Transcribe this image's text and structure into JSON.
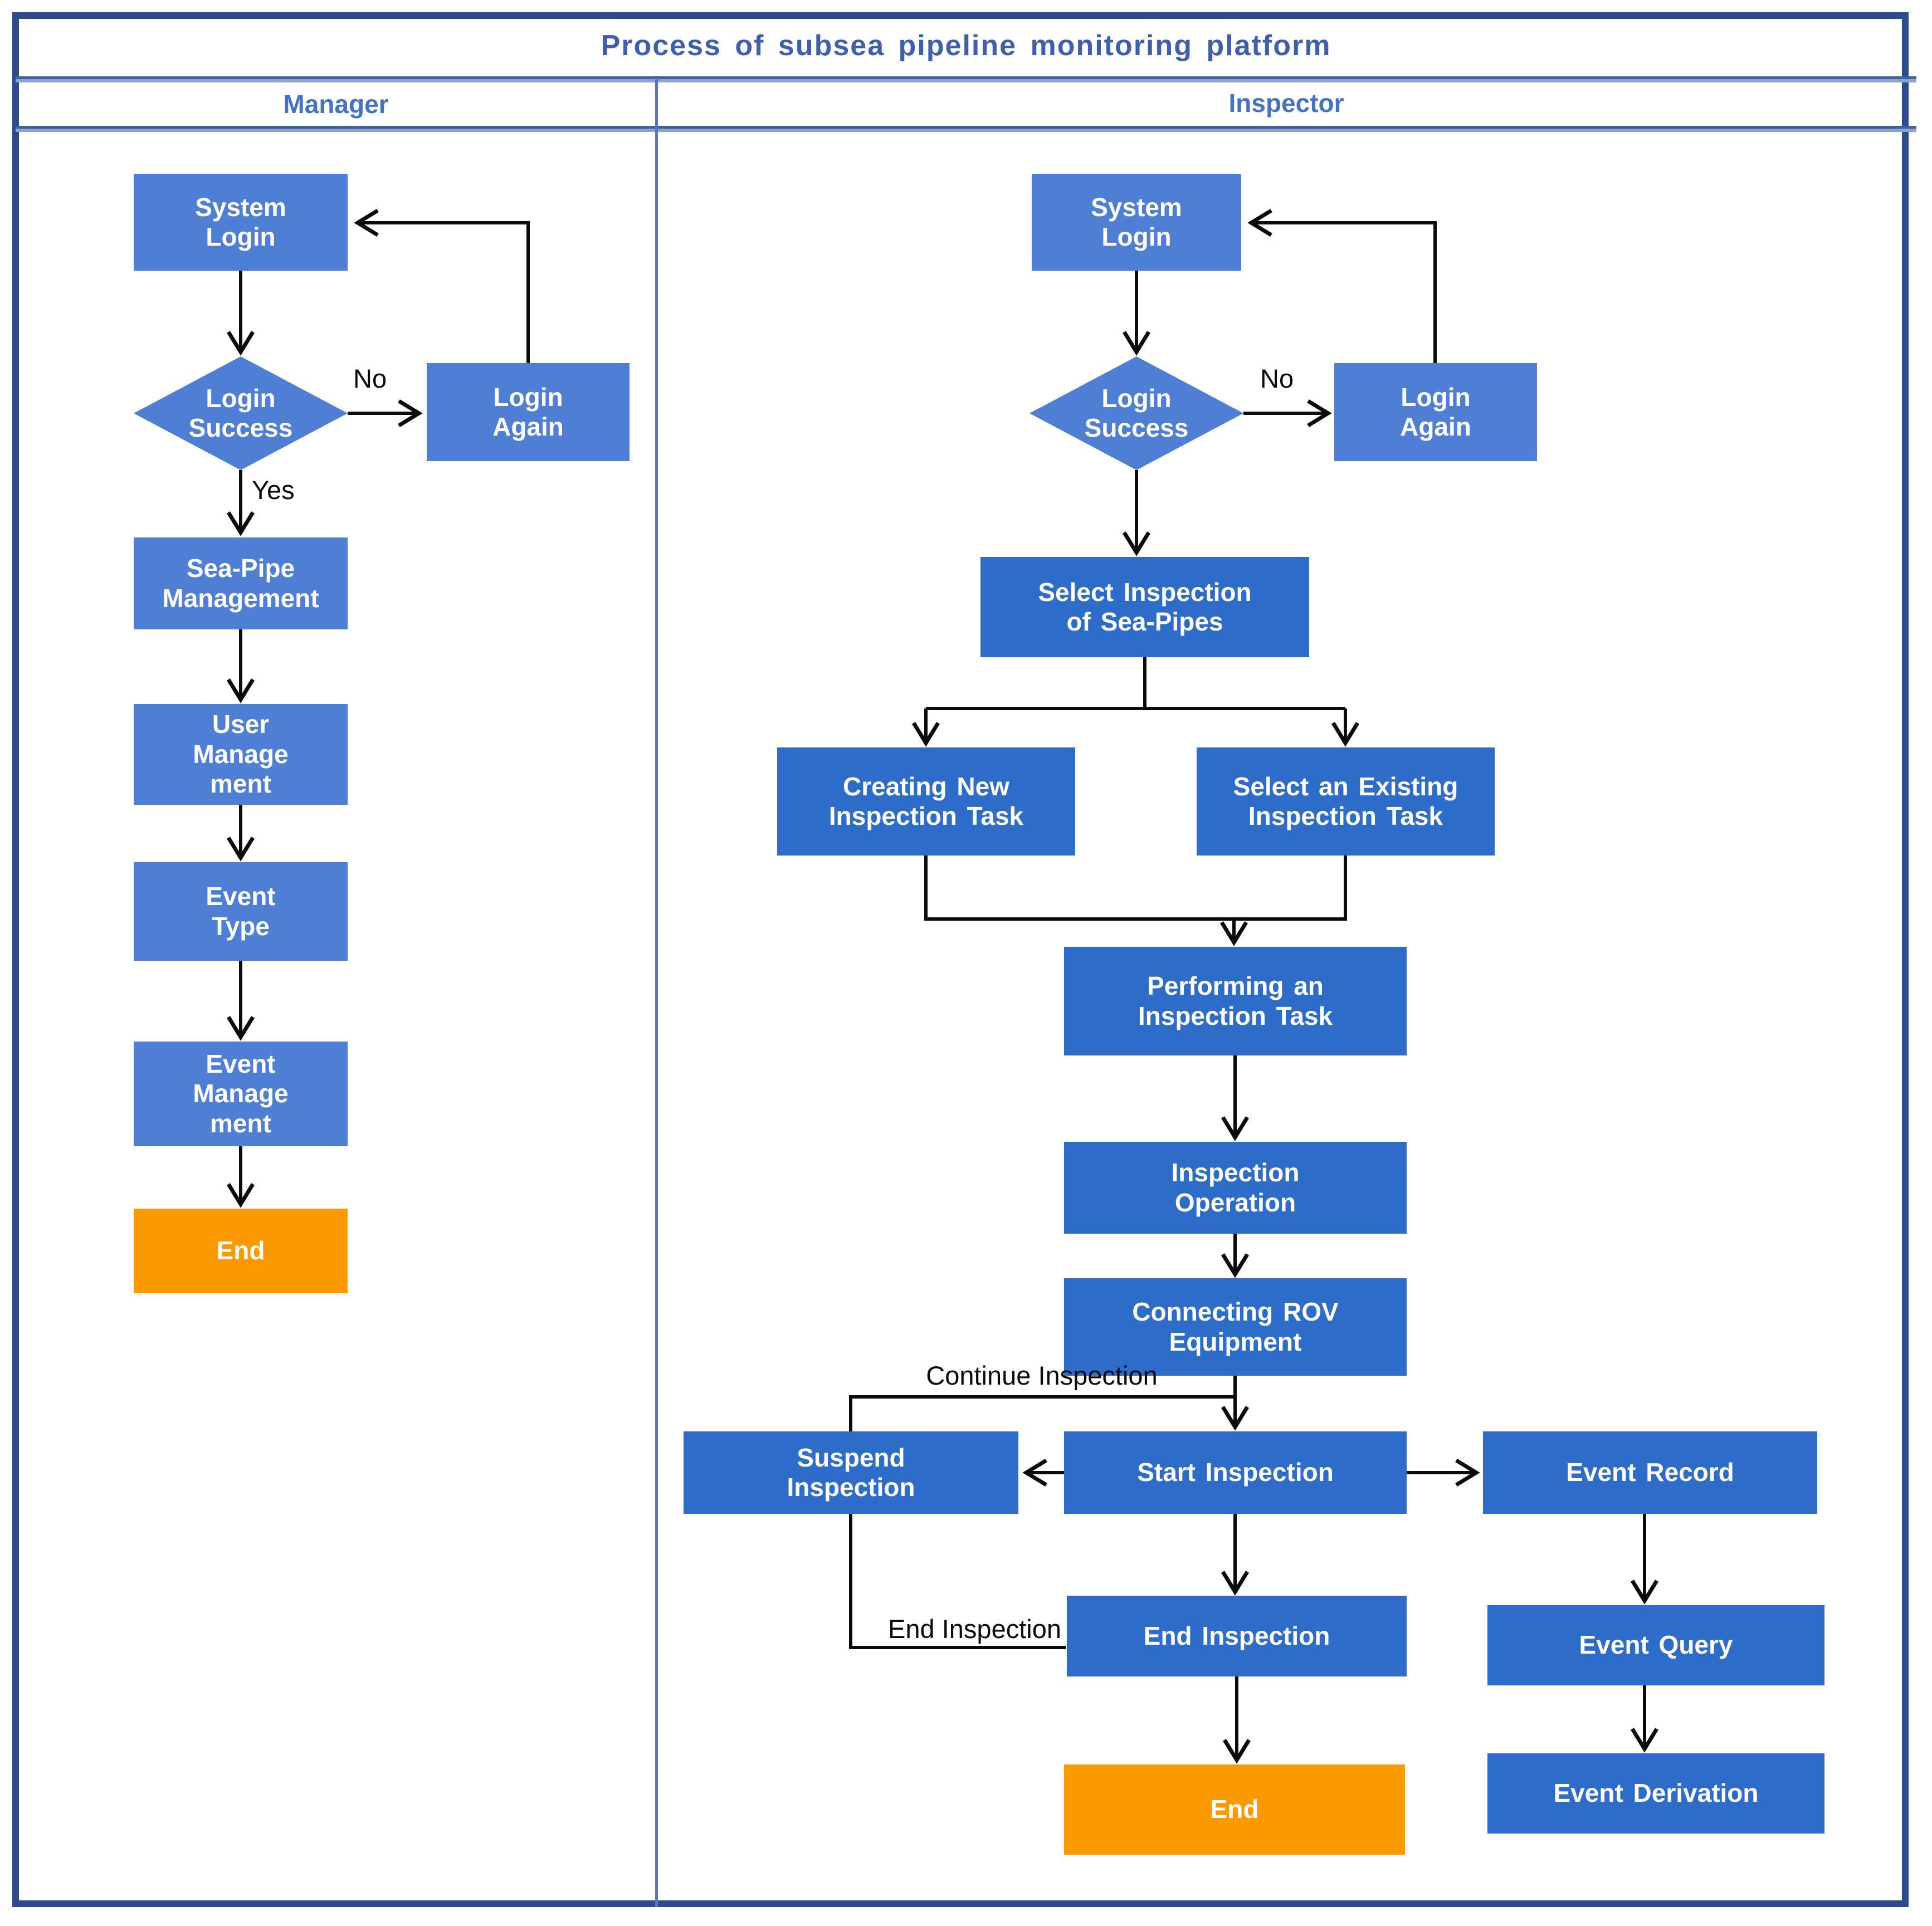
{
  "title": "Process of subsea pipeline monitoring platform",
  "lanes": {
    "manager": "Manager",
    "inspector": "Inspector"
  },
  "colors": {
    "light_blue_box": "#4e7fd4",
    "dark_blue_box": "#2d6cc8",
    "orange_box": "#fb9900",
    "frame_border": "#2b4b8d",
    "title_text": "#3f5fae",
    "lane_header_text": "#4472c4",
    "lane_divider": "#5b76b7",
    "connector": "#0b0b0b"
  },
  "manager": {
    "system_login": "System\nLogin",
    "login_success": "Login\nSuccess",
    "login_again": "Login\nAgain",
    "sea_pipe_management": "Sea-Pipe\nManagement",
    "user_management": "User\nManage\nment",
    "event_type": "Event\nType",
    "event_management": "Event\nManage\nment",
    "end": "End",
    "labels": {
      "no": "No",
      "yes": "Yes"
    }
  },
  "inspector": {
    "system_login": "System\nLogin",
    "login_success": "Login\nSuccess",
    "login_again": "Login\nAgain",
    "select_inspection": "Select Inspection\nof Sea-Pipes",
    "creating_new": "Creating New\nInspection Task",
    "select_existing": "Select an Existing\nInspection Task",
    "performing": "Performing an\nInspection Task",
    "inspection_operation": "Inspection\nOperation",
    "connecting_rov": "Connecting ROV\nEquipment",
    "suspend": "Suspend\nInspection",
    "start": "Start Inspection",
    "event_record": "Event Record",
    "end_inspection_box": "End Inspection",
    "event_query": "Event Query",
    "event_derivation": "Event Derivation",
    "end": "End",
    "labels": {
      "no": "No",
      "continue_inspection": "Continue Inspection",
      "end_inspection": "End Inspection"
    }
  }
}
